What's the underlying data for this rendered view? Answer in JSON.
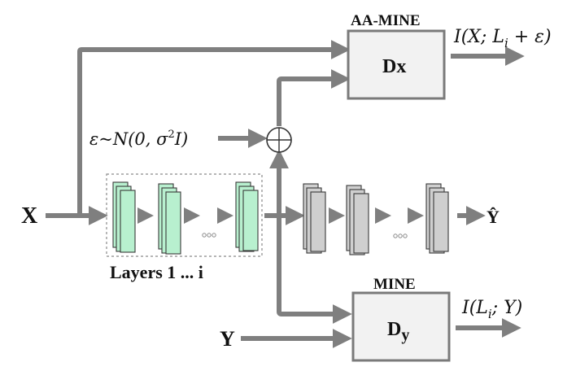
{
  "diagram": {
    "inputs": {
      "x_label": "X",
      "y_label": "Y",
      "noise_label_prefix": "ε~N(0, σ",
      "noise_label_sup": "2",
      "noise_label_suffix": "I)"
    },
    "encoder": {
      "caption": "Layers 1 ... i",
      "ellipsis": "∘∘∘",
      "color": "#b8f0cf"
    },
    "decoder": {
      "ellipsis": "∘∘∘",
      "output_label": "Ŷ",
      "color": "#cfcfcf"
    },
    "junction": {
      "symbol": "add-circle"
    },
    "dx_block": {
      "title": "AA-MINE",
      "name": "Dx",
      "output_prefix": "I(X; L",
      "output_sub": "i",
      "output_suffix": " + ε)"
    },
    "dy_block": {
      "title": "MINE",
      "name_main": "D",
      "name_sub": "y",
      "output_prefix": "I(L",
      "output_sub": "i",
      "output_suffix": "; Y)"
    },
    "colors": {
      "arrow": "#7f7f7f",
      "box_fill": "#f2f2f2",
      "box_stroke": "#7a7a7a"
    }
  }
}
